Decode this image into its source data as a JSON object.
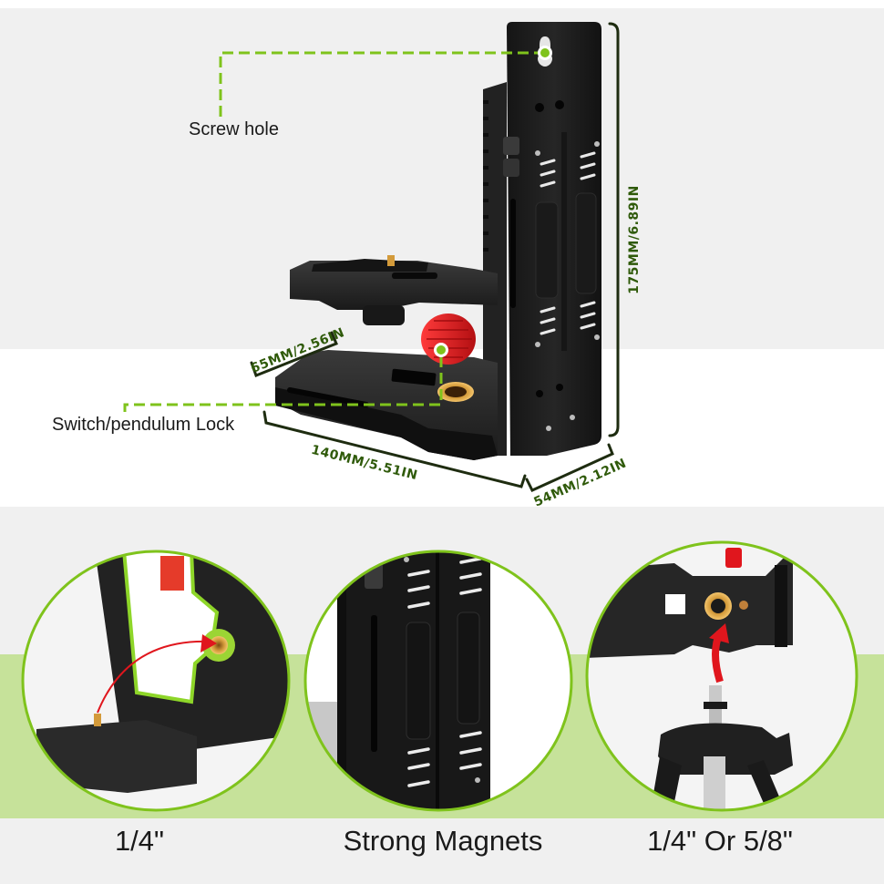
{
  "callouts": {
    "screw_hole": "Screw hole",
    "switch_lock": "Switch/pendulum Lock"
  },
  "dimensions": {
    "height": "175MM/6.89IN",
    "depth_top": "65MM/2.56IN",
    "length": "140MM/5.51IN",
    "width": "54MM/2.12IN"
  },
  "features": [
    {
      "label": "1/4\"",
      "icon": "screw-mount-icon"
    },
    {
      "label": "Strong Magnets",
      "icon": "magnet-icon"
    },
    {
      "label": "1/4\" Or 5/8\"",
      "icon": "tripod-mount-icon"
    }
  ],
  "colors": {
    "accent_green": "#7fc31c",
    "dimension_text": "#2f5a0a",
    "band_green": "#c6e29a",
    "knob_red": "#e0161d",
    "body_black": "#1c1c1c"
  }
}
